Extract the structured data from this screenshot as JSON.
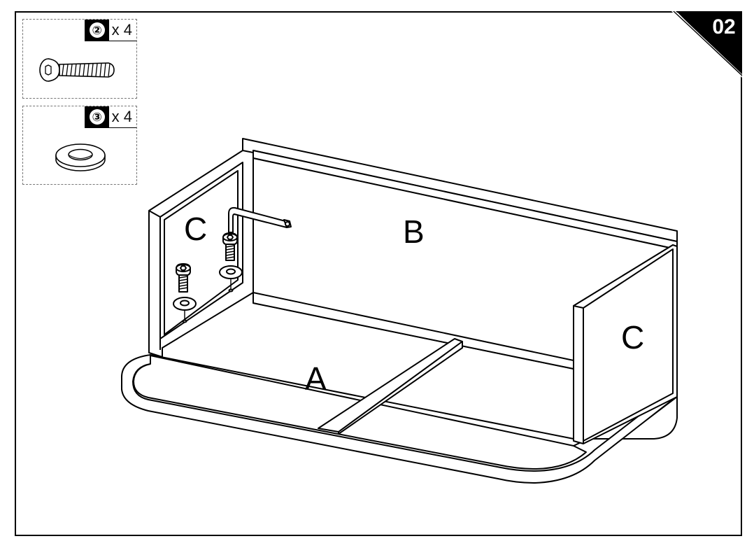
{
  "step": {
    "number": "02"
  },
  "parts": [
    {
      "id": "②",
      "quantity": "x 4",
      "icon": "screw-icon"
    },
    {
      "id": "③",
      "quantity": "x 4",
      "icon": "washer-icon"
    }
  ],
  "panels": {
    "bottom": "A",
    "back": "B",
    "left_side": "C",
    "right_side": "C"
  },
  "tool": {
    "icon": "hex-key-icon"
  }
}
